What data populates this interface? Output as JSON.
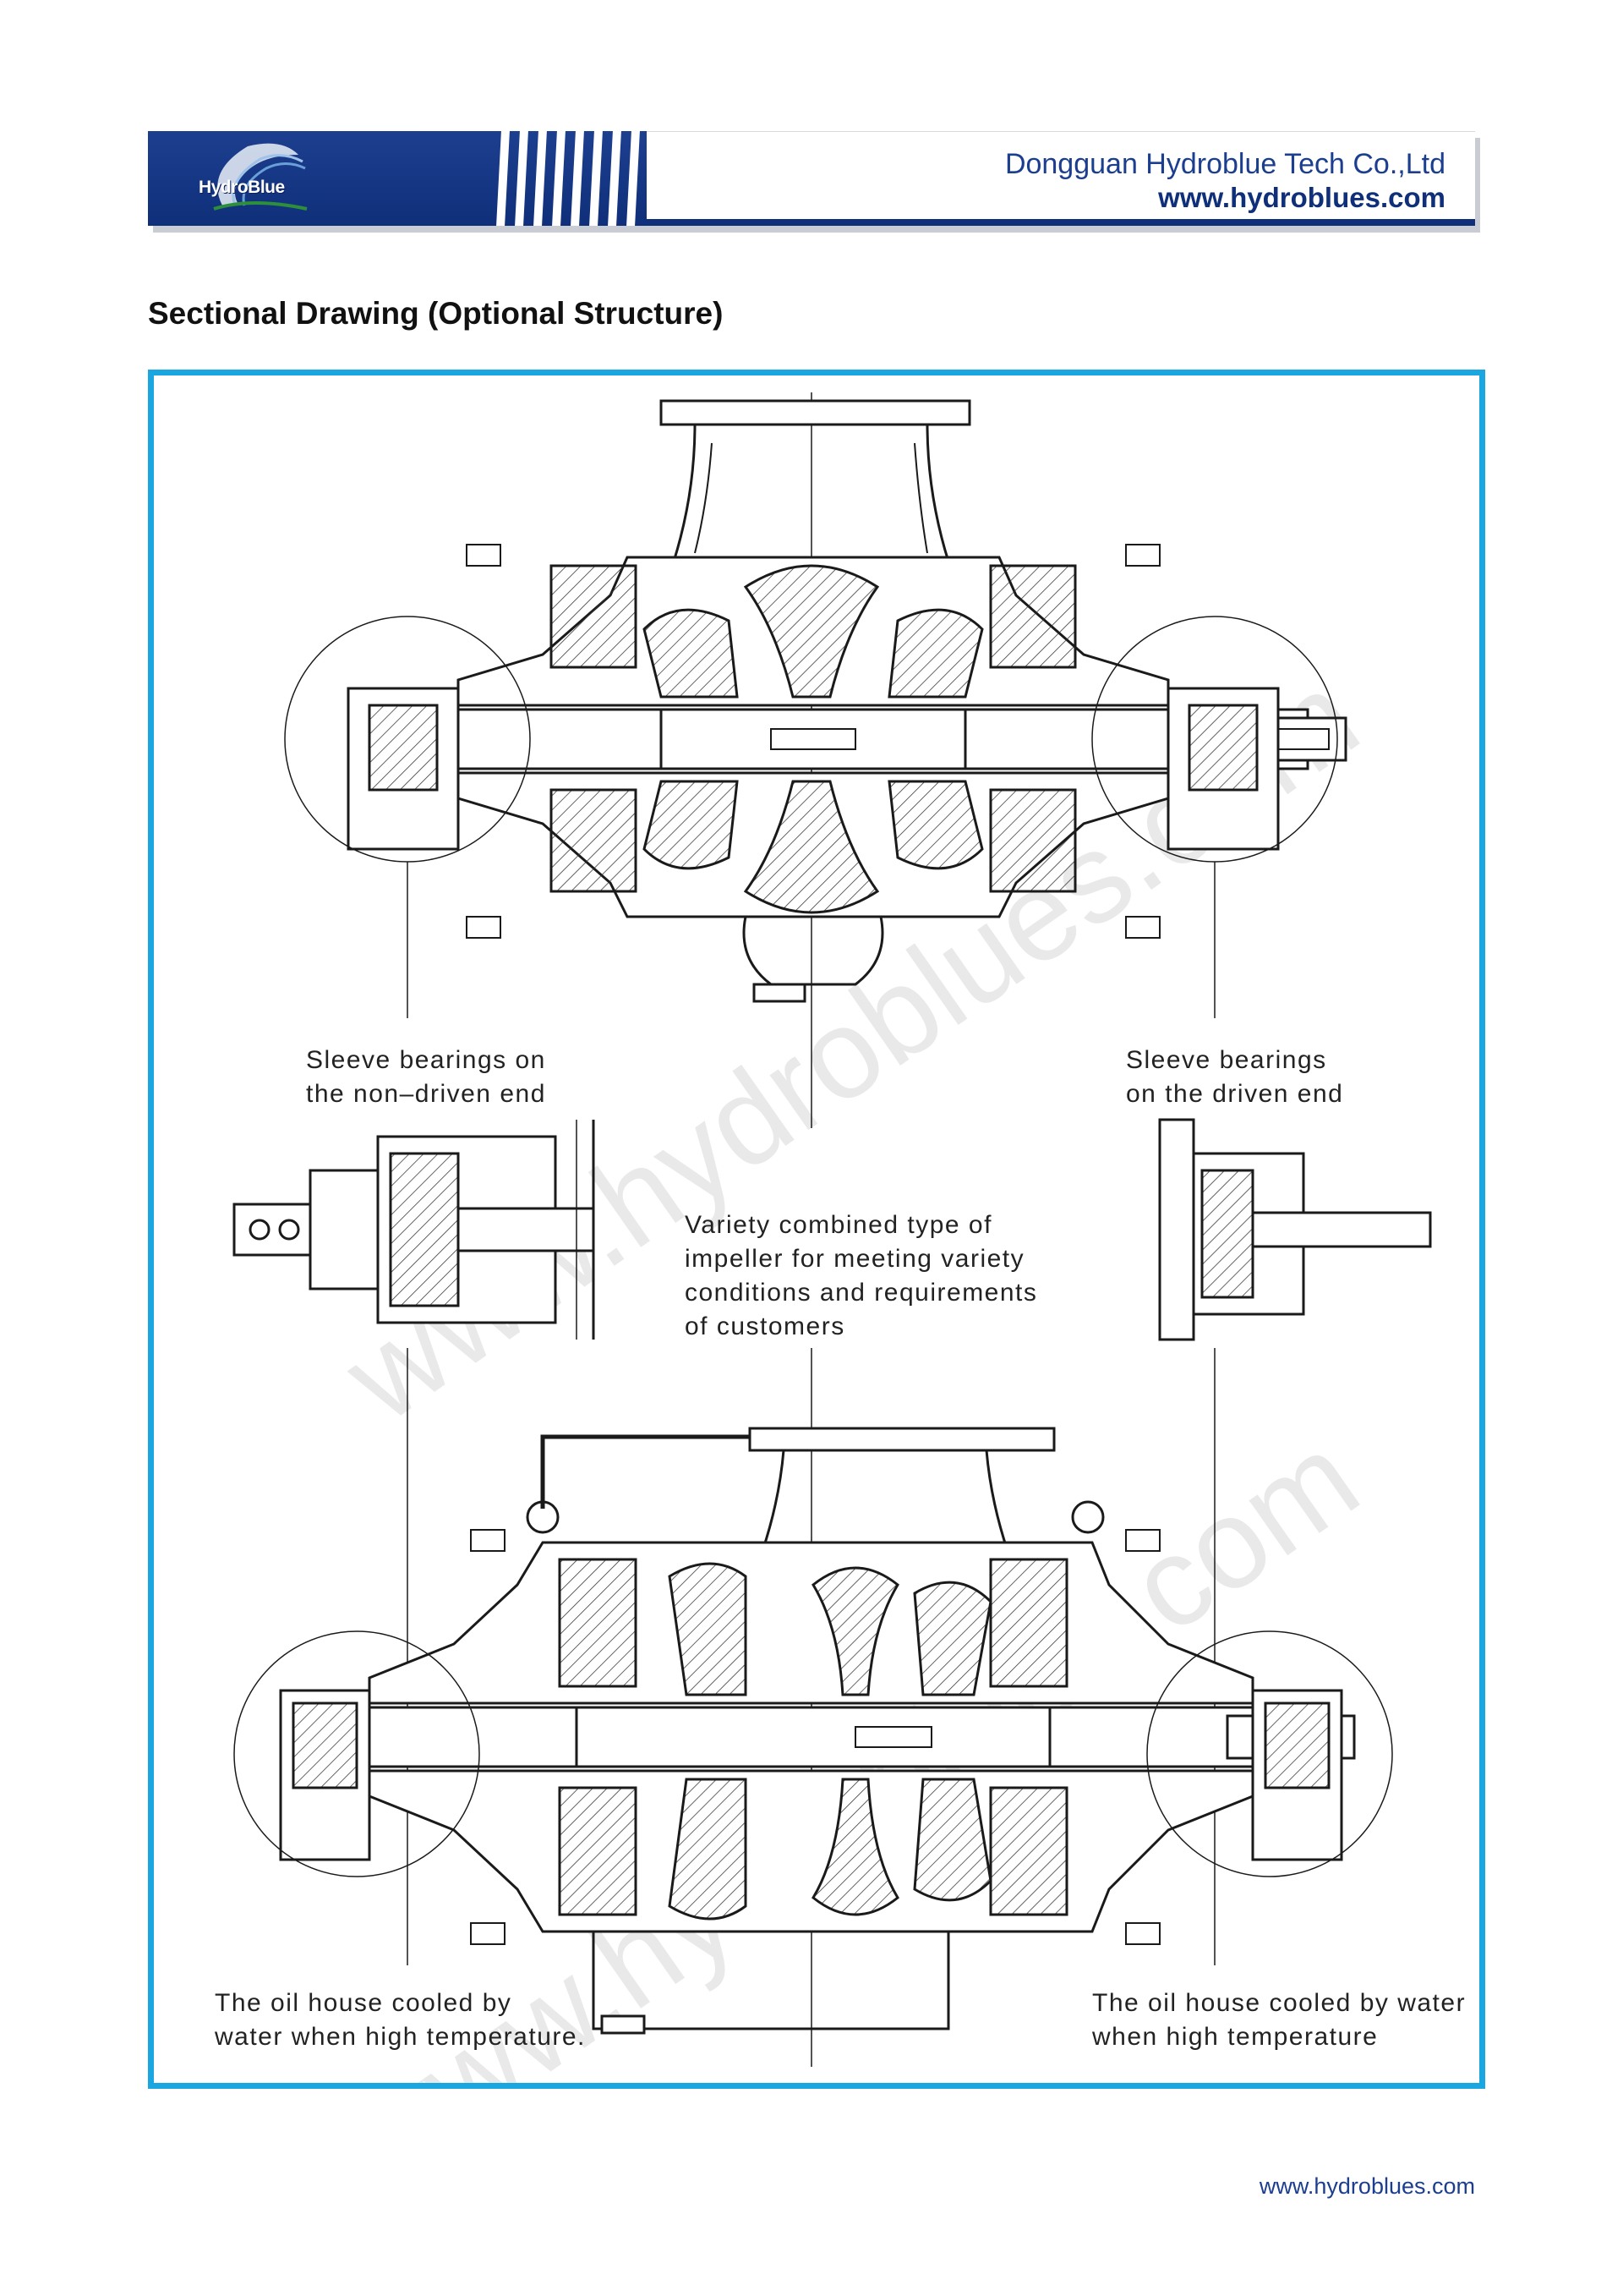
{
  "header": {
    "logo_text": "HydroBlue",
    "company_name": "Dongguan Hydroblue Tech Co.,Ltd",
    "website": "www.hydroblues.com"
  },
  "section_title": "Sectional Drawing (Optional Structure)",
  "labels": {
    "sleeve_non_driven": "Sleeve bearings on\nthe non–driven end",
    "sleeve_driven": "Sleeve bearings\non the driven end",
    "impeller_variety": "Variety combined type of\nimpeller for meeting variety\nconditions and requirements\nof customers",
    "oil_house_left": "The oil house cooled by\nwater when high temperature.",
    "oil_house_right": "The oil house cooled by water\nwhen high temperature"
  },
  "watermark": "www.hydroblues.com",
  "footer": {
    "website": "www.hydroblues.com"
  },
  "colors": {
    "brand_blue": "#0f2f7a",
    "frame_blue": "#1aa6e0"
  }
}
